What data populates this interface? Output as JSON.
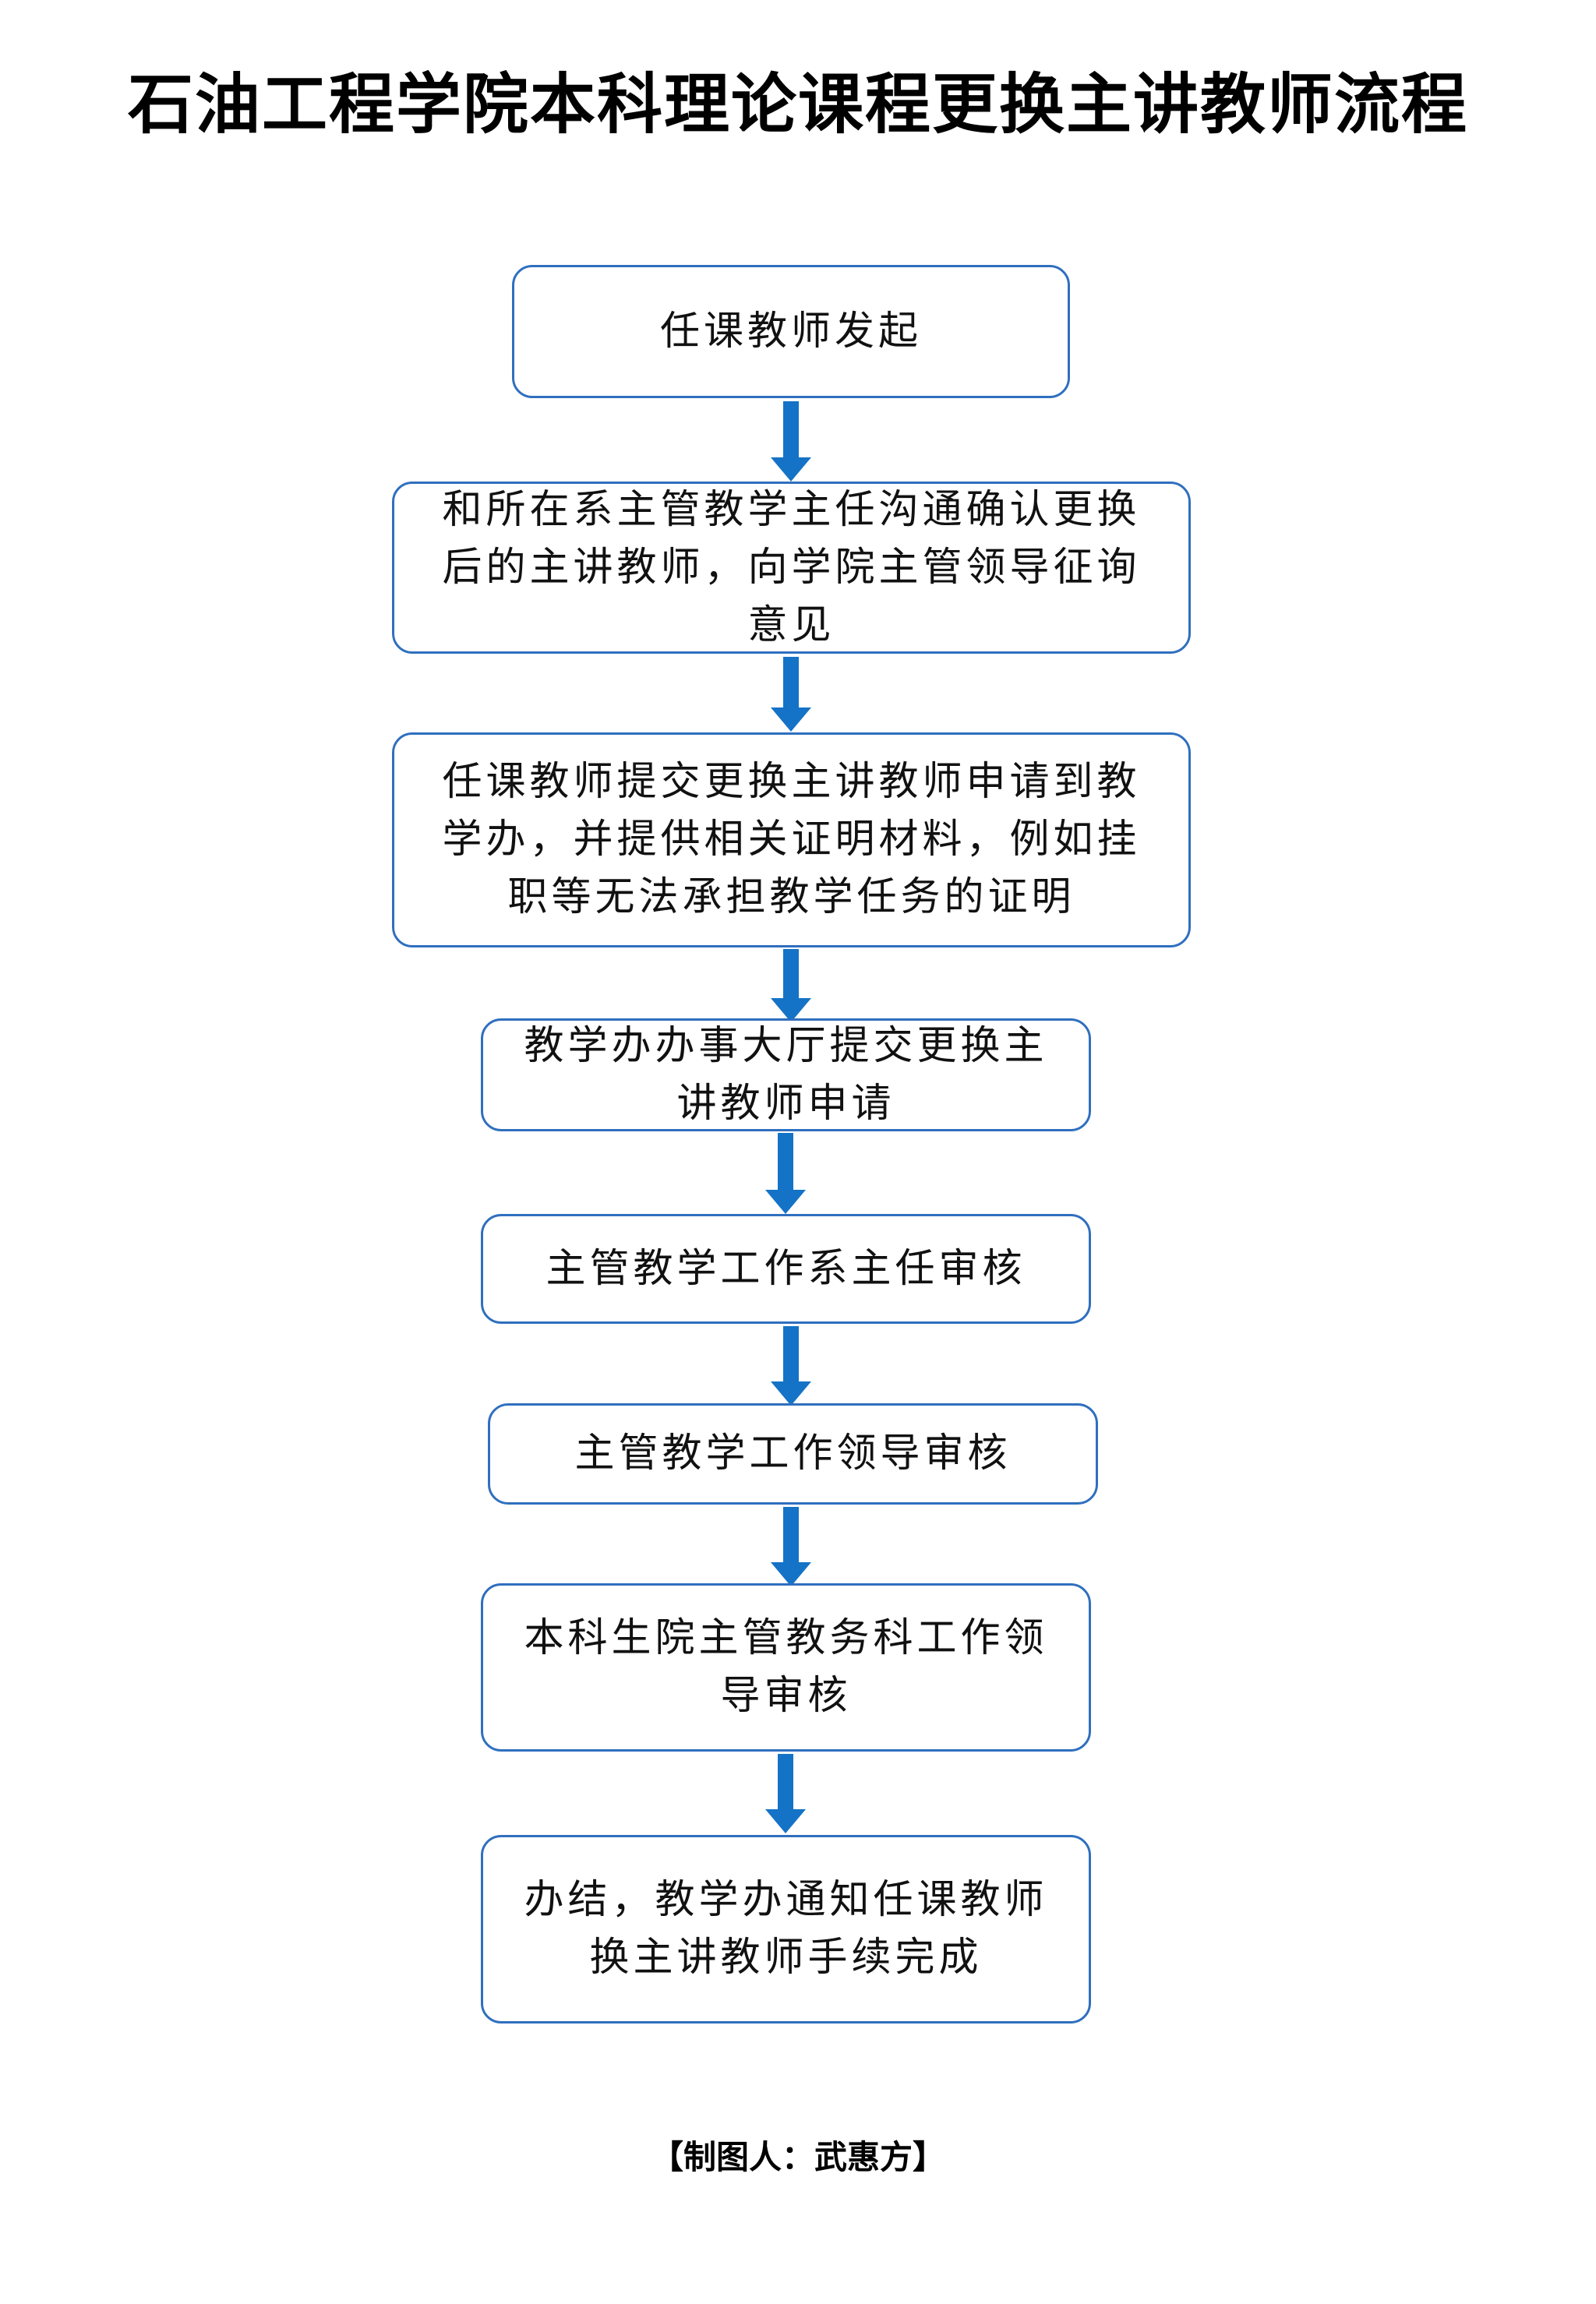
{
  "title": "石油工程学院本科理论课程更换主讲教师流程",
  "nodes": [
    {
      "id": "step-1",
      "label": "任课教师发起"
    },
    {
      "id": "step-2",
      "label": "和所在系主管教学主任沟通确认更换后的主讲教师，向学院主管领导征询意见"
    },
    {
      "id": "step-3",
      "label": "任课教师提交更换主讲教师申请到教学办，并提供相关证明材料，例如挂职等无法承担教学任务的证明"
    },
    {
      "id": "step-4",
      "label": "教学办办事大厅提交更换主讲教师申请"
    },
    {
      "id": "step-5",
      "label": "主管教学工作系主任审核"
    },
    {
      "id": "step-6",
      "label": "主管教学工作领导审核"
    },
    {
      "id": "step-7",
      "label": "本科生院主管教务科工作领导审核"
    },
    {
      "id": "step-8",
      "label": "办结，教学办通知任课教师换主讲教师手续完成"
    }
  ],
  "footer": "【制图人：武惠方】",
  "colors": {
    "border": "#2f6fbf",
    "arrow": "#1473c6"
  }
}
